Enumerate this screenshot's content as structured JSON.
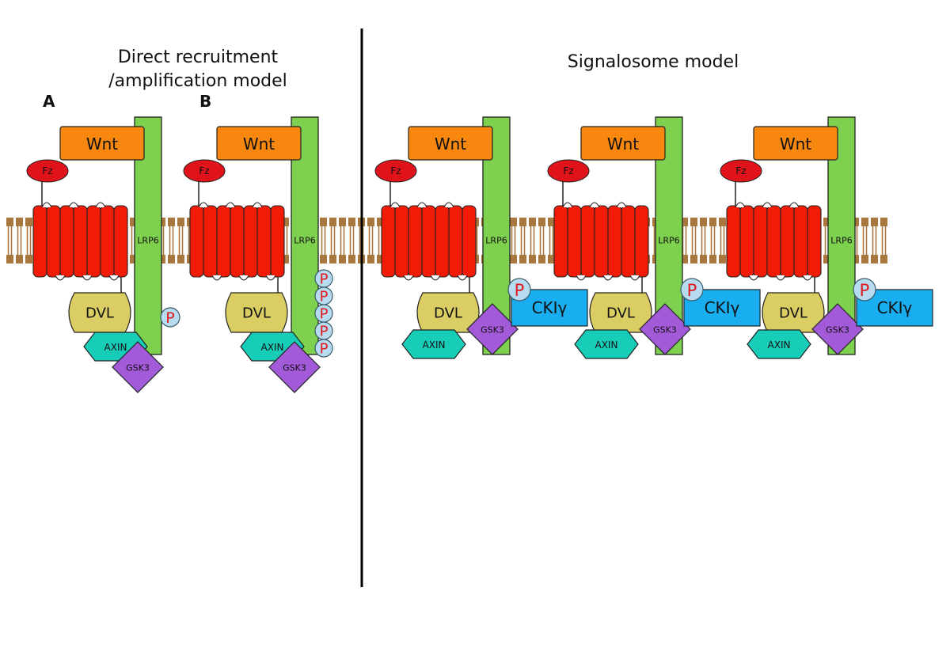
{
  "titles": {
    "left_line1": "Direct recruitment",
    "left_line2": "/amplification model",
    "right": "Signalosome model"
  },
  "panels": {
    "a": "A",
    "b": "B"
  },
  "labels": {
    "wnt": "Wnt",
    "fz": "Fz",
    "lrp6": "LRP6",
    "dvl": "DVL",
    "axin": "AXIN",
    "gsk3": "GSK3",
    "phospho": "P",
    "ckig": "CKIγ"
  },
  "colors": {
    "wnt": "#f7870f",
    "fz": "#e0131a",
    "receptor": "#f21c06",
    "lrp6": "#7ed14e",
    "dvl": "#d9cd63",
    "axin": "#17cdb8",
    "gsk3": "#a35ad8",
    "ckig": "#19aef0",
    "phospho_fill": "#b7dcef",
    "phospho_text": "#e3181d",
    "membrane": "#a8783e",
    "divider": "#000000"
  }
}
